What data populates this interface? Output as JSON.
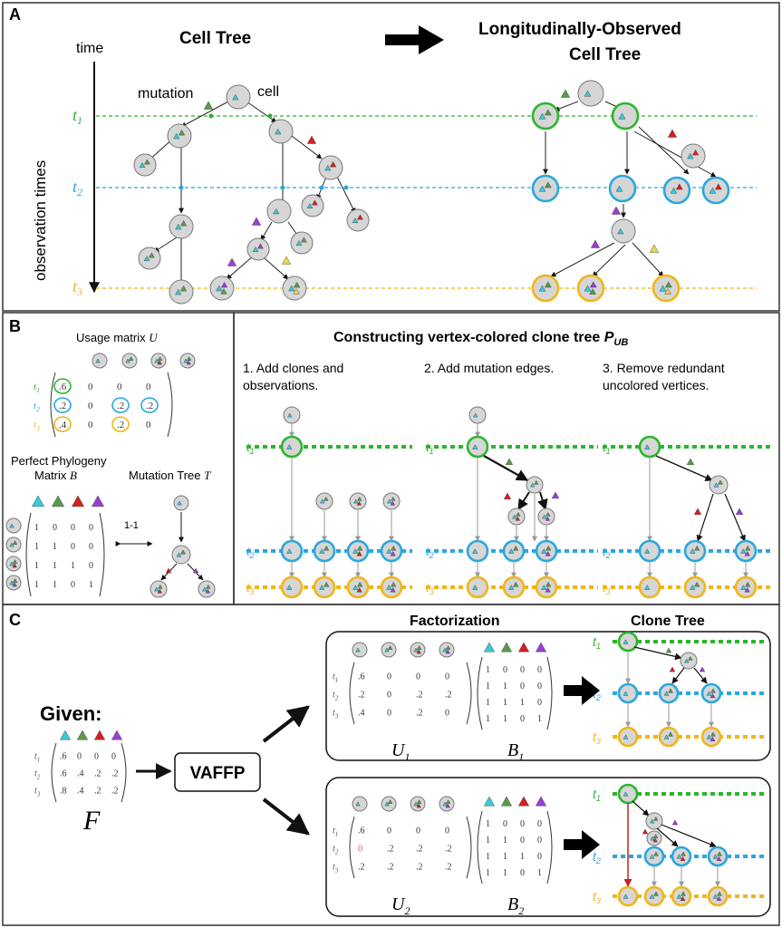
{
  "panel_a": {
    "label": "A",
    "title_left": "Cell Tree",
    "title_right_l1": "Longitudinally-Observed",
    "title_right_l2": "Cell Tree",
    "time_label": "time",
    "yaxis_label": "observation times",
    "mutation_label": "mutation",
    "cell_label": "cell",
    "t1": "t",
    "t1_sub": "1",
    "t2": "t",
    "t2_sub": "2",
    "t3": "t",
    "t3_sub": "3"
  },
  "panel_b": {
    "label": "B",
    "usage_title": "Usage matrix ",
    "usage_symbol": "U",
    "usage_rows": [
      [
        ".6",
        "0",
        "0",
        "0"
      ],
      [
        ".2",
        "0",
        ".2",
        ".2"
      ],
      [
        ".4",
        "0",
        ".2",
        "0"
      ]
    ],
    "pp_title_l1": "Perfect Phylogeny",
    "pp_title_l2": "Matrix ",
    "pp_symbol": "B",
    "pp_rows": [
      [
        "1",
        "0",
        "0",
        "0"
      ],
      [
        "1",
        "1",
        "0",
        "0"
      ],
      [
        "1",
        "1",
        "1",
        "0"
      ],
      [
        "1",
        "1",
        "0",
        "1"
      ]
    ],
    "one_to_one": "1-1",
    "mutation_tree": "Mutation Tree ",
    "mutation_tree_symbol": "T",
    "construct_title": "Constructing vertex-colored clone tree ",
    "construct_symbol": "P",
    "construct_sub": "UB",
    "step1_l1": "1. Add clones and",
    "step1_l2": "observations.",
    "step2": "2. Add mutation edges.",
    "step3_l1": "3. Remove redundant",
    "step3_l2": "uncolored vertices."
  },
  "panel_c": {
    "label": "C",
    "given": "Given:",
    "f_rows": [
      [
        ".6",
        "0",
        "0",
        "0"
      ],
      [
        ".6",
        ".4",
        ".2",
        ".2"
      ],
      [
        ".8",
        ".4",
        ".2",
        ".2"
      ]
    ],
    "f_symbol": "F",
    "vaffp": "VAFFP",
    "factorization": "Factorization",
    "clone_tree": "Clone Tree",
    "u1_rows": [
      [
        ".6",
        "0",
        "0",
        "0"
      ],
      [
        ".2",
        "0",
        ".2",
        ".2"
      ],
      [
        ".4",
        "0",
        ".2",
        "0"
      ]
    ],
    "u2_rows": [
      [
        ".6",
        "0",
        "0",
        "0"
      ],
      [
        "0",
        ".2",
        ".2",
        ".2"
      ],
      [
        ".2",
        ".2",
        ".2",
        ".2"
      ]
    ],
    "b_rows": [
      [
        "1",
        "0",
        "0",
        "0"
      ],
      [
        "1",
        "1",
        "0",
        "0"
      ],
      [
        "1",
        "1",
        "1",
        "0"
      ],
      [
        "1",
        "1",
        "0",
        "1"
      ]
    ],
    "u1_symbol": "U",
    "u1_sub": "1",
    "b1_symbol": "B",
    "b1_sub": "1",
    "u2_symbol": "U",
    "u2_sub": "2",
    "b2_symbol": "B",
    "b2_sub": "2",
    "row_t": "t"
  },
  "colors": {
    "t1": "#2db52d",
    "t2": "#2aa7e0",
    "t3": "#f0b51a",
    "mut_cyan": "#3cc8d8",
    "mut_green": "#5a9a4a",
    "mut_red": "#d42020",
    "mut_purple": "#9b3fd0",
    "mut_yellow": "#e8d84a",
    "cell_fill": "#d6d6d6",
    "highlight_red": "#e05050"
  }
}
